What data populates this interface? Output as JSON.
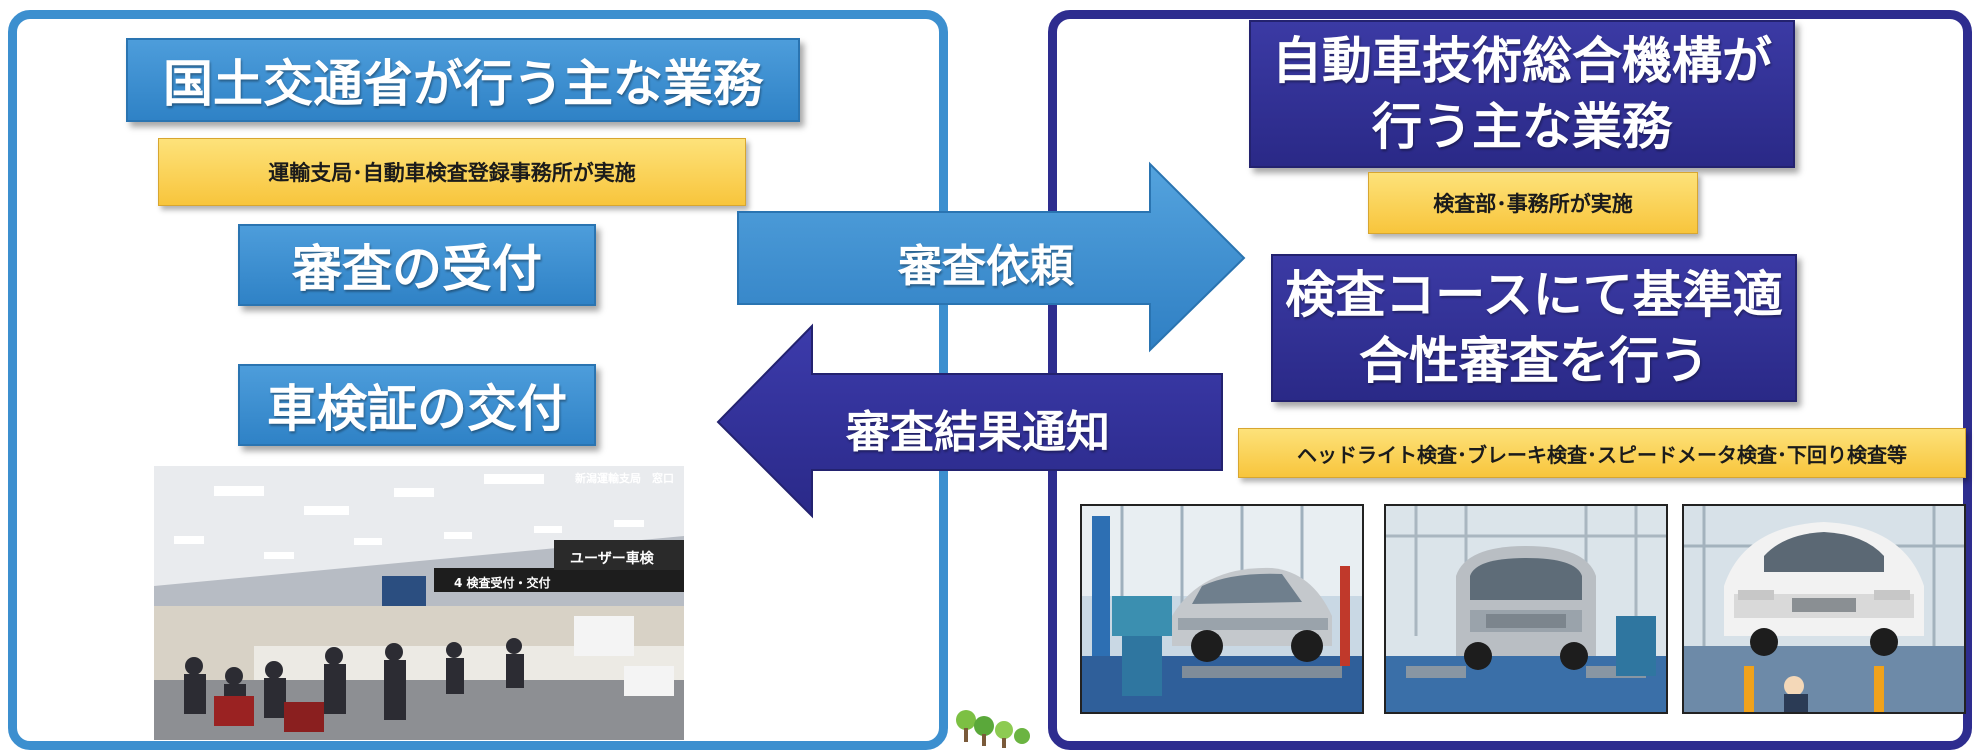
{
  "left_panel": {
    "title": "国土交通省が行う主な業務",
    "note": "運輸支局･自動車検査登録事務所が実施",
    "reception": "審査の受付",
    "issuance": "車検証の交付",
    "office_photo": {
      "caption": "新潟運輸支局　窓口",
      "sign_counter": "4 検査受付・交付",
      "sign_user": "ユーザー車検"
    }
  },
  "right_panel": {
    "title": "自動車技術総合機構が行う主な業務",
    "note": "検査部･事務所が実施",
    "inspection": "検査コースにて基準適合性審査を行う",
    "inspection_list": "ヘッドライト検査･ブレーキ検査･スピードメータ検査･下回り検査等"
  },
  "arrows": {
    "request": "審査依頼",
    "result": "審査結果通知"
  },
  "colors": {
    "left_border": "#3c8fcf",
    "right_border": "#2e2d8f",
    "blue_box": "#3a8bcd",
    "navy_box": "#2e2d8f",
    "yellow_box": "#fbd35a"
  }
}
